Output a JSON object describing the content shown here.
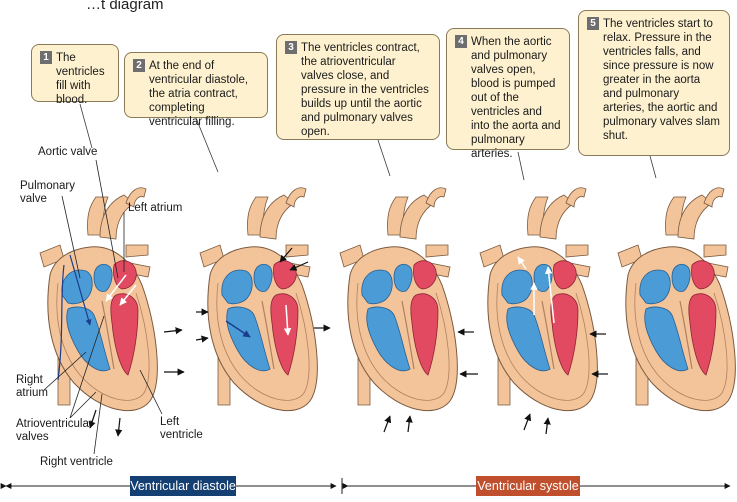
{
  "heading": "…t diagram",
  "steps": [
    {
      "num": "1",
      "text": "The ventricles fill with blood."
    },
    {
      "num": "2",
      "text": "At the end of ventricular diastole, the atria contract, completing ventricular filling."
    },
    {
      "num": "3",
      "text": "The ventricles contract, the atrioventricular valves close, and pressure in the ventricles builds up until the aortic and pulmonary valves open."
    },
    {
      "num": "4",
      "text": "When the aortic and pulmonary valves open, blood is pumped out of the ventricles and into the aorta and pulmonary arteries."
    },
    {
      "num": "5",
      "text": "The ventricles start to relax. Pressure in the ventricles falls, and since pressure is now greater in the aorta and pulmonary arteries, the aortic and pulmonary valves slam shut."
    }
  ],
  "labels": {
    "aortic_valve": "Aortic valve",
    "pulmonary_valve": "Pulmonary valve",
    "left_atrium": "Left atrium",
    "right_atrium": "Right atrium",
    "atrioventricular_valves": "Atrioventricular valves",
    "right_ventricle": "Right ventricle",
    "left_ventricle": "Left ventricle"
  },
  "phases": {
    "diastole": "Ventricular diastole",
    "systole": "Ventricular systole"
  },
  "colors": {
    "callout_fill": "#fdf1cf",
    "tissue": "#f3c49a",
    "tissue_dark": "#e2a877",
    "right_side_blue": "#4a9bd6",
    "left_side_red": "#e24a62",
    "diastole_band": "#143f73",
    "systole_band": "#c0502d"
  }
}
